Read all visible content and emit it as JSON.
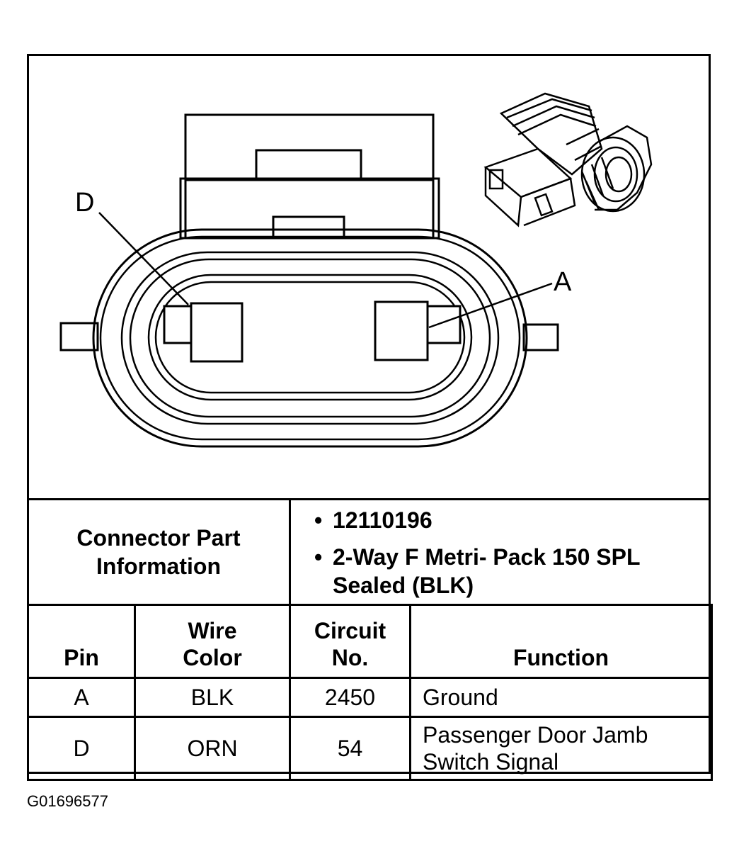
{
  "diagram": {
    "pin_label_d": "D",
    "pin_label_a": "A"
  },
  "connector_info": {
    "label": "Connector Part Information",
    "part_number": "12110196",
    "description": "2-Way F Metri- Pack 150 SPL Sealed (BLK)"
  },
  "pin_table": {
    "headers": {
      "pin": "Pin",
      "wire_color": "Wire Color",
      "circuit_no": "Circuit No.",
      "function": "Function"
    },
    "rows": [
      {
        "pin": "A",
        "wire_color": "BLK",
        "circuit_no": "2450",
        "function": "Ground"
      },
      {
        "pin": "D",
        "wire_color": "ORN",
        "circuit_no": "54",
        "function": "Passenger Door Jamb Switch Signal"
      }
    ]
  },
  "figure_id": "G01696577"
}
